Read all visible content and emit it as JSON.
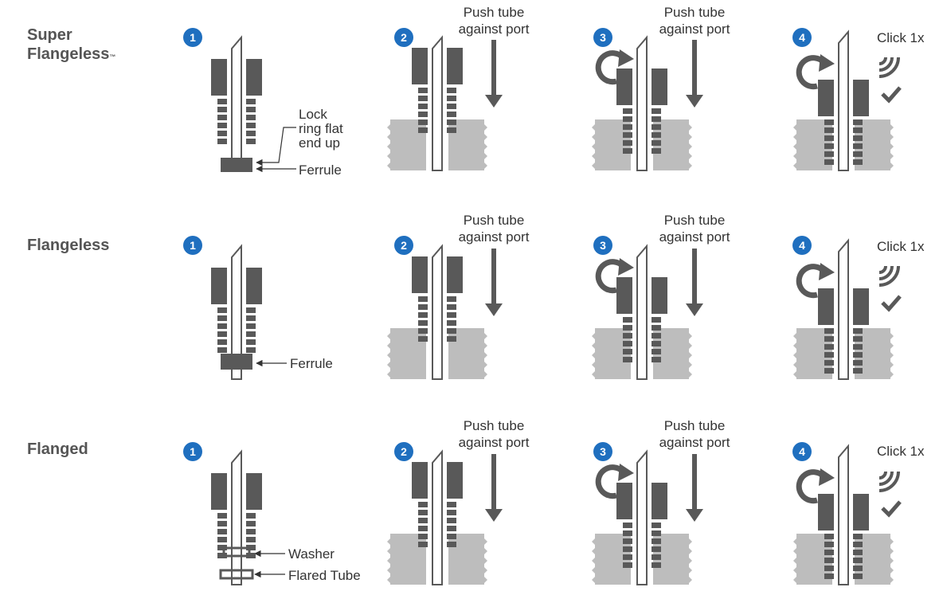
{
  "rows": [
    {
      "title_line1": "Super",
      "title_line2": "Flangeless",
      "trademark": "™",
      "callouts": [
        "Lock",
        "ring flat",
        "end up",
        "Ferrule"
      ]
    },
    {
      "title_line1": "Flangeless",
      "callouts": [
        "Ferrule"
      ]
    },
    {
      "title_line1": "Flanged",
      "callouts": [
        "Washer",
        "Flared Tube"
      ]
    }
  ],
  "steps": [
    "1",
    "2",
    "3",
    "4"
  ],
  "step_labels": {
    "push_line1": "Push tube",
    "push_line2": "against port",
    "click": "Click 1x"
  },
  "colors": {
    "badge": "#1f6fbf",
    "fitting": "#595959",
    "port": "#bdbdbd",
    "text": "#333333"
  },
  "icons": [
    "rotate-arrow-icon",
    "down-arrow-icon",
    "click-wave-icon",
    "checkmark-icon"
  ]
}
